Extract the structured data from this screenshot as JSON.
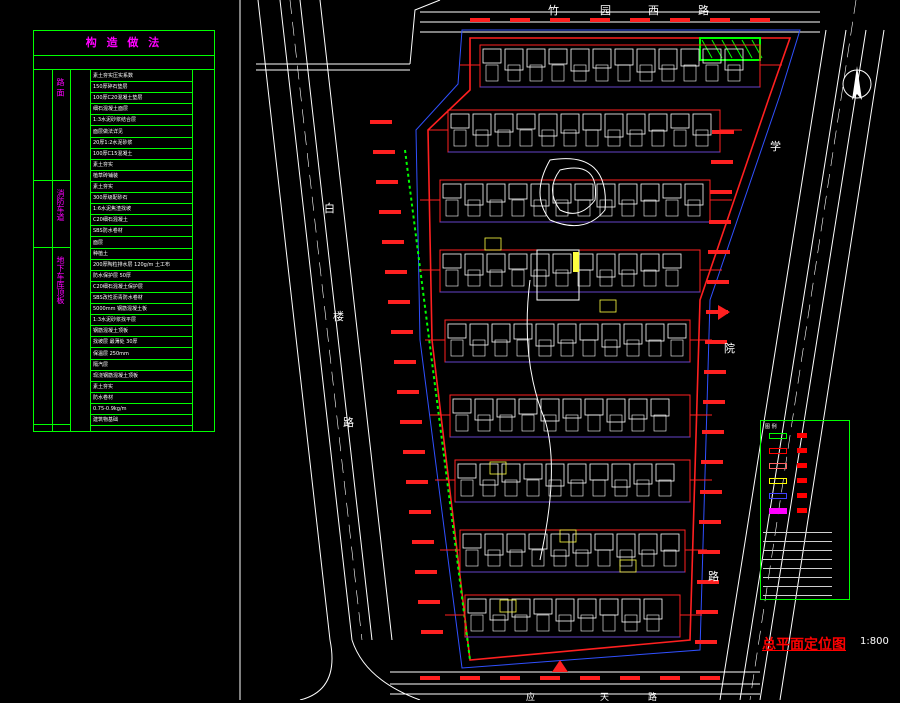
{
  "drawing": {
    "title": "总平面定位图",
    "scale": "1:800"
  },
  "roads": {
    "north": [
      "竹",
      "园",
      "西",
      "路"
    ],
    "west": [
      "白",
      "楼",
      "路"
    ],
    "east": [
      "学",
      "院",
      "路"
    ],
    "south": [
      "应",
      "天",
      "路"
    ]
  },
  "table": {
    "title": "构 造 做 法",
    "sections": [
      {
        "label": "路 面",
        "rows": 10
      },
      {
        "label": "消防车道",
        "rows": 6
      },
      {
        "label": "地下车库顶板",
        "rows": 16
      }
    ],
    "rows": [
      "素土夯实压实系数",
      "150厚碎石垫层",
      "100厚C20混凝土垫层",
      "细石混凝土面层",
      "1:3水泥砂浆结合层",
      "面层做法详见",
      "20厚1:2水泥砂浆",
      "100厚C15混凝土",
      "素土夯实",
      "植草砖铺装",
      "素土夯实",
      "300厚级配砂石",
      "1:6水泥焦渣找坡",
      "C20细石混凝土",
      "SBS防水卷材",
      "面层",
      "种植土",
      "200厚陶粒排水层 120g/m 土工布",
      "防水保护层 50厚",
      "C20细石混凝土保护层",
      "SBS改性沥青防水卷材",
      "5000mm 钢筋混凝土板",
      "1:3水泥砂浆找平层",
      "钢筋混凝土顶板",
      "找坡层 最薄处 30厚",
      "保温层 250mm",
      "隔汽层",
      "现浇钢筋混凝土顶板",
      "素土夯实",
      "防水卷材",
      "0.75-0.9kg/m",
      "建筑物基础"
    ]
  },
  "legend": {
    "title": "图 例",
    "colors": [
      "#00ff00",
      "#ff0000",
      "#ff6060",
      "#ffff00",
      "#4040ff",
      "#ff00ff"
    ]
  },
  "colors": {
    "background": "#000000",
    "building": "#ff0000",
    "road_line": "#ffffff",
    "dimension": "#4060ff",
    "green": "#00ff00",
    "accent": "#ff00ff"
  }
}
